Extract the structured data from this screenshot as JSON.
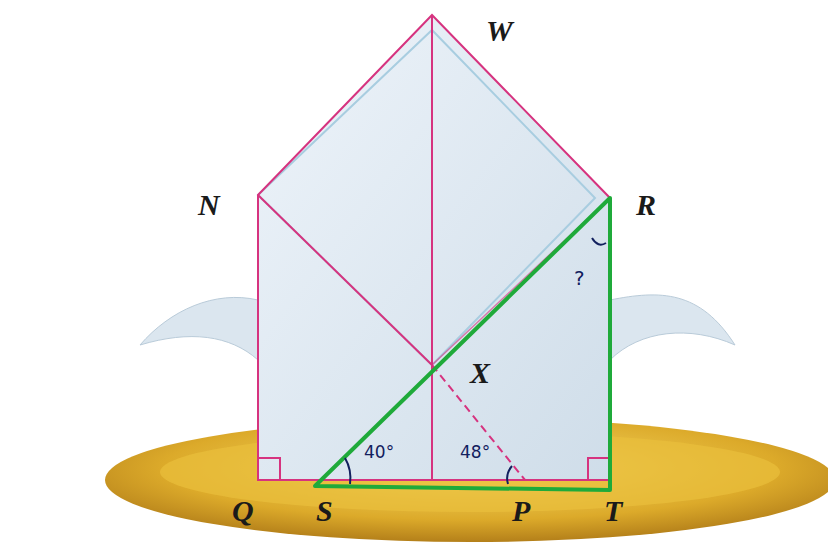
{
  "diagram": {
    "labels": [
      "W",
      "N",
      "R",
      "X",
      "Q",
      "S",
      "P",
      "T",
      "40°",
      "48°",
      "?"
    ]
  }
}
